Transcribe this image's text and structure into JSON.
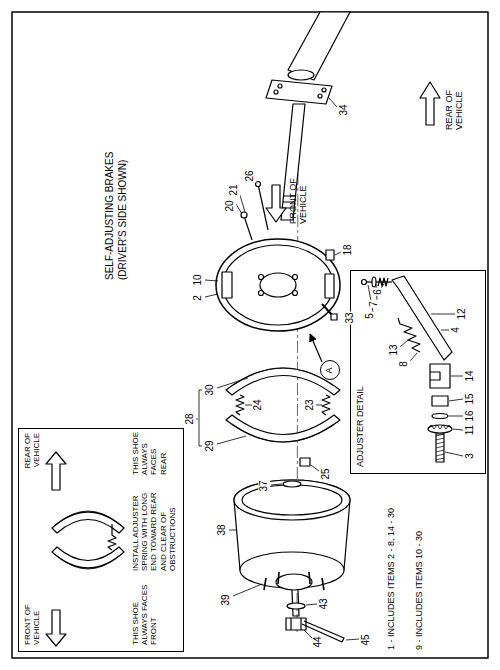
{
  "diagram": {
    "title": "SELF-ADJUSTING BRAKES (DRIVER'S SIDE SHOWN)",
    "nodes": [
      {
        "text": [
          "FRONT OF VEHICLE",
          "REAR OF VEHICLE",
          "THIS SHOE ALWAYS FACES FRONT",
          "INSTALL ADJUSTER SPRING WITH LONG END TOWARD REAR AND CLEAR OF OBSTRUCTIONS",
          "THIS SHOE ALWAYS FACES REAR"
        ]
      },
      {
        "text": [
          "ADJUSTER DETAIL"
        ]
      },
      {
        "text": [
          "A"
        ]
      }
    ],
    "labels": [
      "REAR OF VEHICLE",
      "34",
      "26",
      "20",
      "21",
      "FRONT OF VEHICLE",
      "2",
      "10",
      "18",
      "33",
      "28",
      "29",
      "30",
      "24",
      "23",
      "25",
      "37",
      "38",
      "39",
      "43",
      "44",
      "45",
      "5",
      "7",
      "6",
      "8",
      "13",
      "4",
      "12",
      "14",
      "15",
      "16",
      "11",
      "3",
      "1 - INCLUDES ITEMS 2 - 8, 14 - 30",
      "9 - INCLUDES ITEMS 10 - 30"
    ]
  }
}
